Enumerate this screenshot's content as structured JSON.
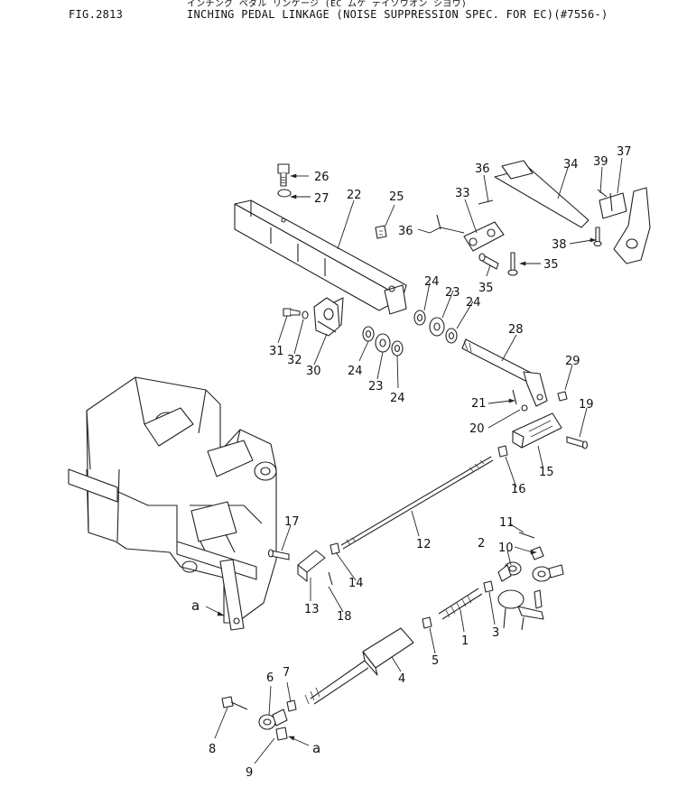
{
  "header": {
    "fig_code": "FIG.2813",
    "title": "INCHING PEDAL LINKAGE (NOISE SUPPRESSION SPEC. FOR EC)(#7556-)",
    "subtitle": "インチング ペダル リンケージ (EC ムケ テイソウオン シヨウ)"
  },
  "callouts": {
    "p1": "1",
    "p2": "2",
    "p3": "3",
    "p4": "4",
    "p5": "5",
    "p6": "6",
    "p7": "7",
    "p8": "8",
    "p9": "9",
    "p10": "10",
    "p11": "11",
    "p12": "12",
    "p13": "13",
    "p14": "14",
    "p15": "15",
    "p16": "16",
    "p17": "17",
    "p18": "18",
    "p19": "19",
    "p20": "20",
    "p21": "21",
    "p22": "22",
    "p23a": "23",
    "p23b": "23",
    "p24a": "24",
    "p24b": "24",
    "p24c": "24",
    "p24d": "24",
    "p25": "25",
    "p26": "26",
    "p27": "27",
    "p28": "28",
    "p29": "29",
    "p30": "30",
    "p31": "31",
    "p32": "32",
    "p33": "33",
    "p34": "34",
    "p35a": "35",
    "p35b": "35",
    "p36a": "36",
    "p36b": "36",
    "p37": "37",
    "p38": "38",
    "p39": "39",
    "refa1": "a",
    "refa2": "a"
  }
}
